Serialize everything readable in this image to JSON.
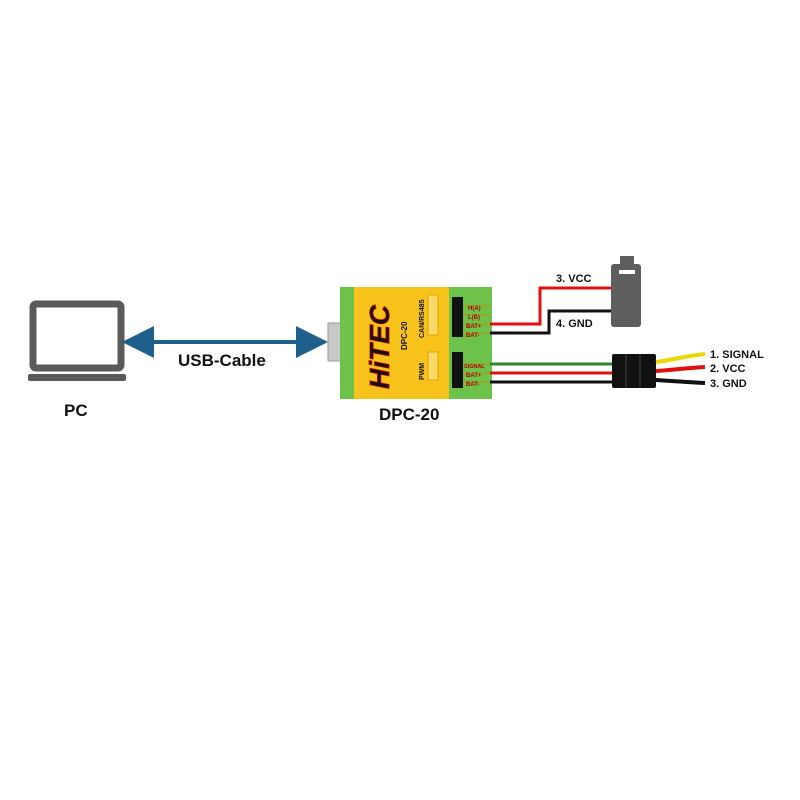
{
  "pc_label": "PC",
  "usb_label": "USB-Cable",
  "device": {
    "name": "DPC-20",
    "brand": "HiTEC",
    "model_text": "DPC-20",
    "port_can_label": "CAN/RS485",
    "port_pwm_label": "PWM",
    "can_pins": [
      "H(A)",
      "L(B)",
      "BAT+",
      "BAT-"
    ],
    "pwm_pins": [
      "SIGNAL",
      "BAT+",
      "BAT-"
    ]
  },
  "battery": {
    "vcc_label": "3. VCC",
    "gnd_label": "4. GND"
  },
  "servo_pins": [
    "1. SIGNAL",
    "2. VCC",
    "3. GND"
  ],
  "colors": {
    "device_body": "#f7c21a",
    "terminal_green": "#6cc24a",
    "arrow": "#1f5f8b",
    "laptop": "#5a5a5a",
    "battery": "#5e5e5e",
    "wire_red": "#e01010",
    "wire_black": "#111111",
    "wire_green": "#2a8a2a",
    "wire_yellow": "#e8d800",
    "pin_text": "#b00000"
  }
}
